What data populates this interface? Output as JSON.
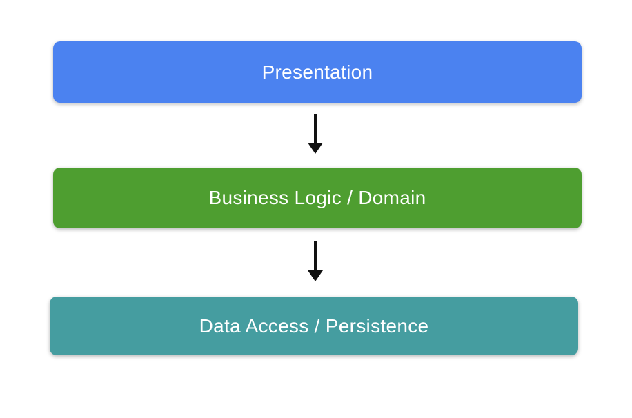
{
  "diagram": {
    "background_color": "#ffffff",
    "text_color": "#ffffff",
    "arrow_color": "#111111",
    "nodes": [
      {
        "id": "presentation",
        "label": "Presentation",
        "color": "#4B82F0"
      },
      {
        "id": "business-logic",
        "label": "Business Logic / Domain",
        "color": "#4E9E30"
      },
      {
        "id": "data-access",
        "label": "Data Access / Persistence",
        "color": "#459DA0"
      }
    ],
    "arrows": [
      {
        "from": "presentation",
        "to": "business-logic",
        "direction": "down"
      },
      {
        "from": "business-logic",
        "to": "data-access",
        "direction": "down"
      }
    ]
  }
}
